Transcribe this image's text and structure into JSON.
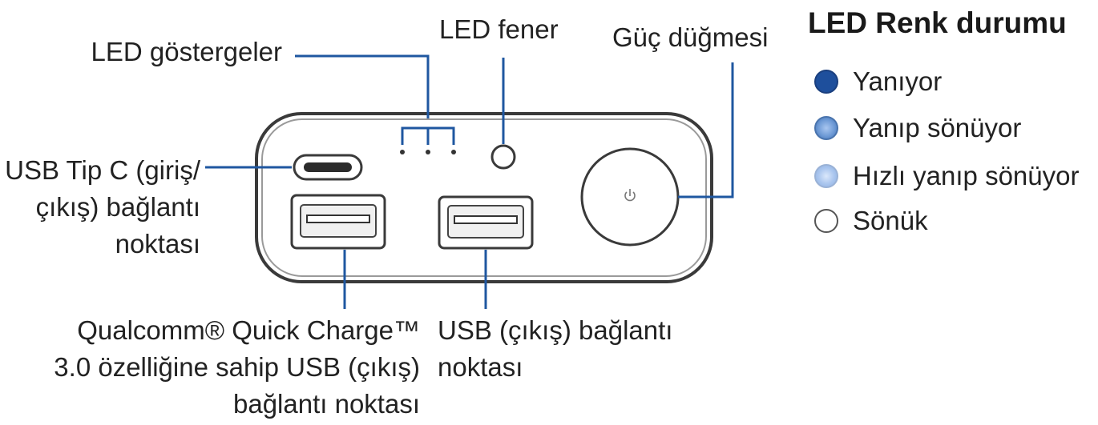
{
  "labels": {
    "led_indicators": "LED göstergeler",
    "led_flashlight": "LED fener",
    "power_button": "Güç düğmesi",
    "usb_c_lines": [
      "USB Tip C (giriş/",
      "çıkış) bağlantı",
      "noktası"
    ],
    "qc_lines": [
      "Qualcomm® Quick Charge™",
      "3.0 özelliğine sahip USB (çıkış)",
      "bağlantı noktası"
    ],
    "usb_out_lines": [
      "USB (çıkış) bağlantı",
      "noktası"
    ]
  },
  "legend": {
    "title": "LED Renk durumu",
    "items": [
      {
        "label": "Yanıyor",
        "state": "solid",
        "color": "#1e4f9c"
      },
      {
        "label": "Yanıp sönüyor",
        "state": "blinking",
        "color": "#6f9bd6"
      },
      {
        "label": "Hızlı yanıp sönüyor",
        "state": "fast-blinking",
        "color": "#a9c5ee"
      },
      {
        "label": "Sönük",
        "state": "off",
        "color": "#ffffff"
      }
    ]
  },
  "colors": {
    "callout_line": "#1f57a0",
    "device_outline": "#2b2b2b"
  }
}
